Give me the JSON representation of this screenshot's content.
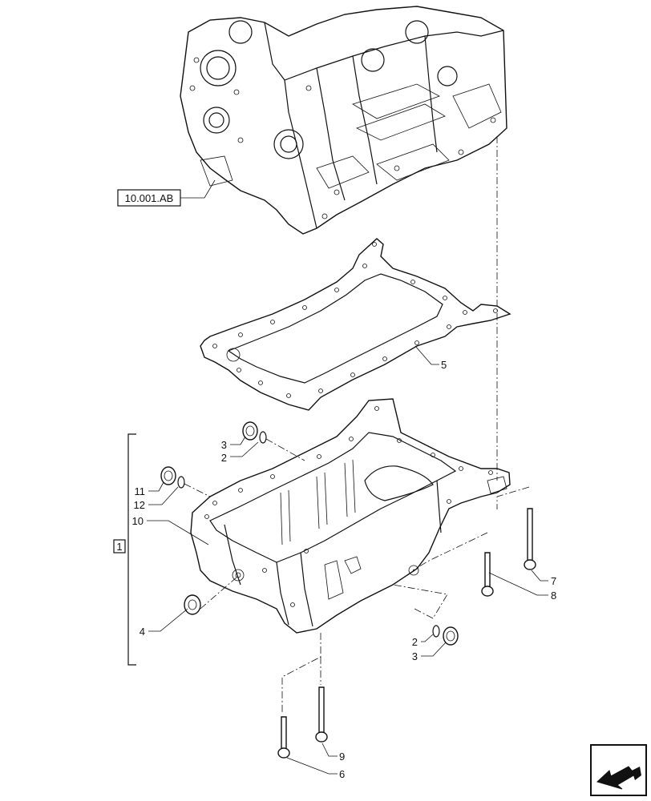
{
  "reference_box": {
    "text": "10.001.AB"
  },
  "group_box": {
    "text": "1"
  },
  "callouts": [
    "2",
    "3",
    "2",
    "3",
    "4",
    "5",
    "6",
    "7",
    "8",
    "9",
    "10",
    "11",
    "12"
  ],
  "icons": {
    "navigation": "next-page-arrow-icon"
  },
  "colors": {
    "line": "#111111",
    "background": "#ffffff"
  }
}
